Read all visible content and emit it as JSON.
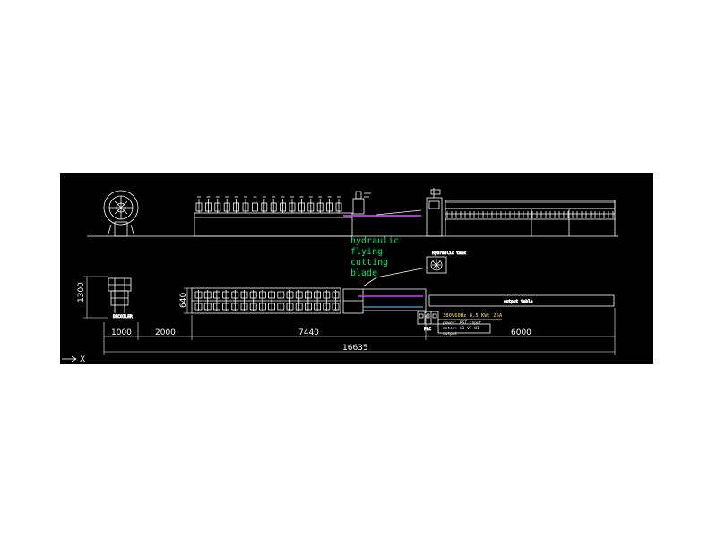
{
  "colors": {
    "background": "#000000",
    "linework": "#ffffff",
    "accent": "#d13cff",
    "cyan": "#40e0ff",
    "green_label": "#00e676",
    "yellow_label": "#ffe14d"
  },
  "labels": {
    "cutting_blade": [
      "hydraulic",
      "flying",
      "cutting",
      "blade"
    ],
    "hydraulic_tank": "Hydraulic tank",
    "decoiler": "DECOILER",
    "output_table": "output table",
    "plc": "PLC",
    "power_spec": "380V60Hz 8.5 KW; 25A",
    "power_line": "power: RST input",
    "motor_line": "motor: U1 V1 W1",
    "output_line": "output",
    "axis_x": "X"
  },
  "dimensions": {
    "height_decoiler": "1300",
    "height_machine": "640",
    "seg_1": "1000",
    "seg_2": "2000",
    "seg_3": "7440",
    "seg_4": "6000",
    "total": "16635"
  }
}
